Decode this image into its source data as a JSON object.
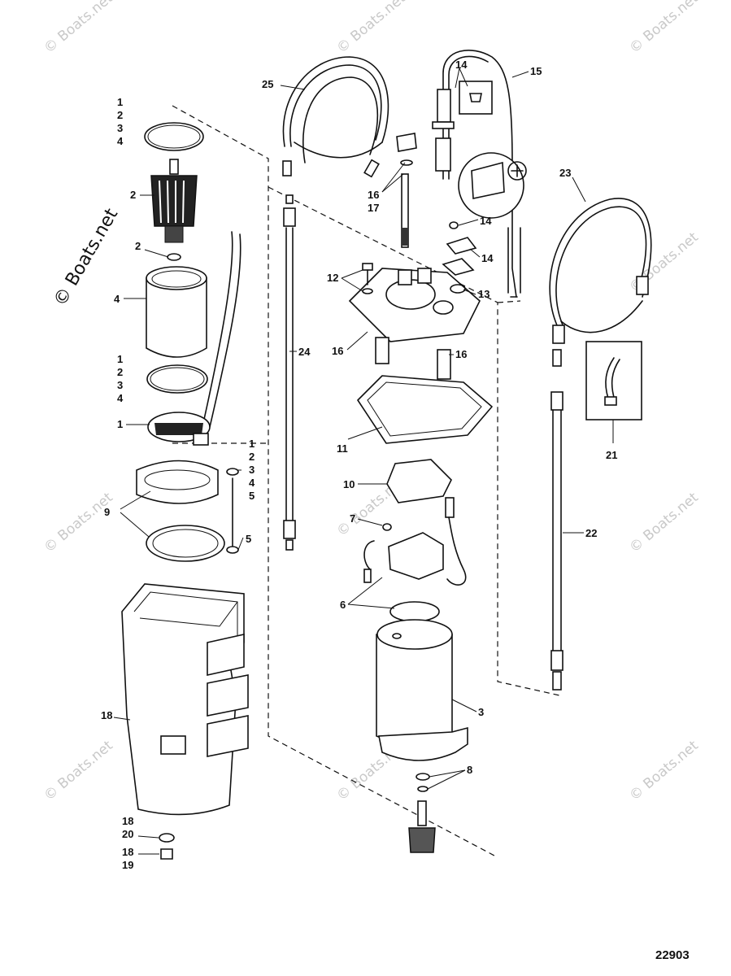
{
  "watermark": {
    "corner_text": "© Boats.net",
    "rotated_text": "© Boats.net"
  },
  "diagram_number": "22903",
  "callouts": [
    "1",
    "2",
    "3",
    "4",
    "2",
    "2",
    "4",
    "1",
    "2",
    "3",
    "4",
    "1",
    "1",
    "2",
    "3",
    "4",
    "5",
    "9",
    "5",
    "18",
    "18",
    "20",
    "18",
    "19",
    "25",
    "24",
    "16",
    "17",
    "12",
    "16",
    "16",
    "11",
    "10",
    "7",
    "6",
    "3",
    "8",
    "14",
    "15",
    "14",
    "14",
    "13",
    "23",
    "21",
    "22"
  ]
}
